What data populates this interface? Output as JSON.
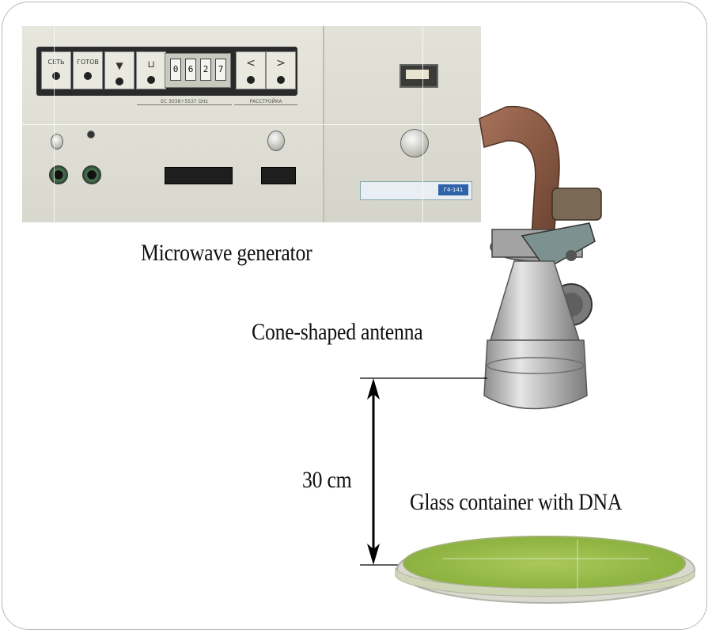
{
  "labels": {
    "generator": "Microwave generator",
    "antenna": "Cone-shaped antenna",
    "distance": "30 cm",
    "dish": "Glass container with DNA"
  },
  "generator_panel": {
    "buttons": [
      "СЕТЬ",
      "ГОТОВ",
      "▼",
      "⊔",
      "<",
      ">"
    ],
    "counter_digits": [
      "0",
      "6",
      "2",
      "7"
    ],
    "freq_label": "ЕС 3038÷5537 GHz",
    "tune_label": "РАССТРОЙКА",
    "plate_tag": "Г4-141"
  },
  "colors": {
    "panel": "#dcdcd2",
    "dish_fill": "#9fc24a",
    "antenna_metal": "#b8b8b8",
    "bracket": "#8a5a40"
  }
}
